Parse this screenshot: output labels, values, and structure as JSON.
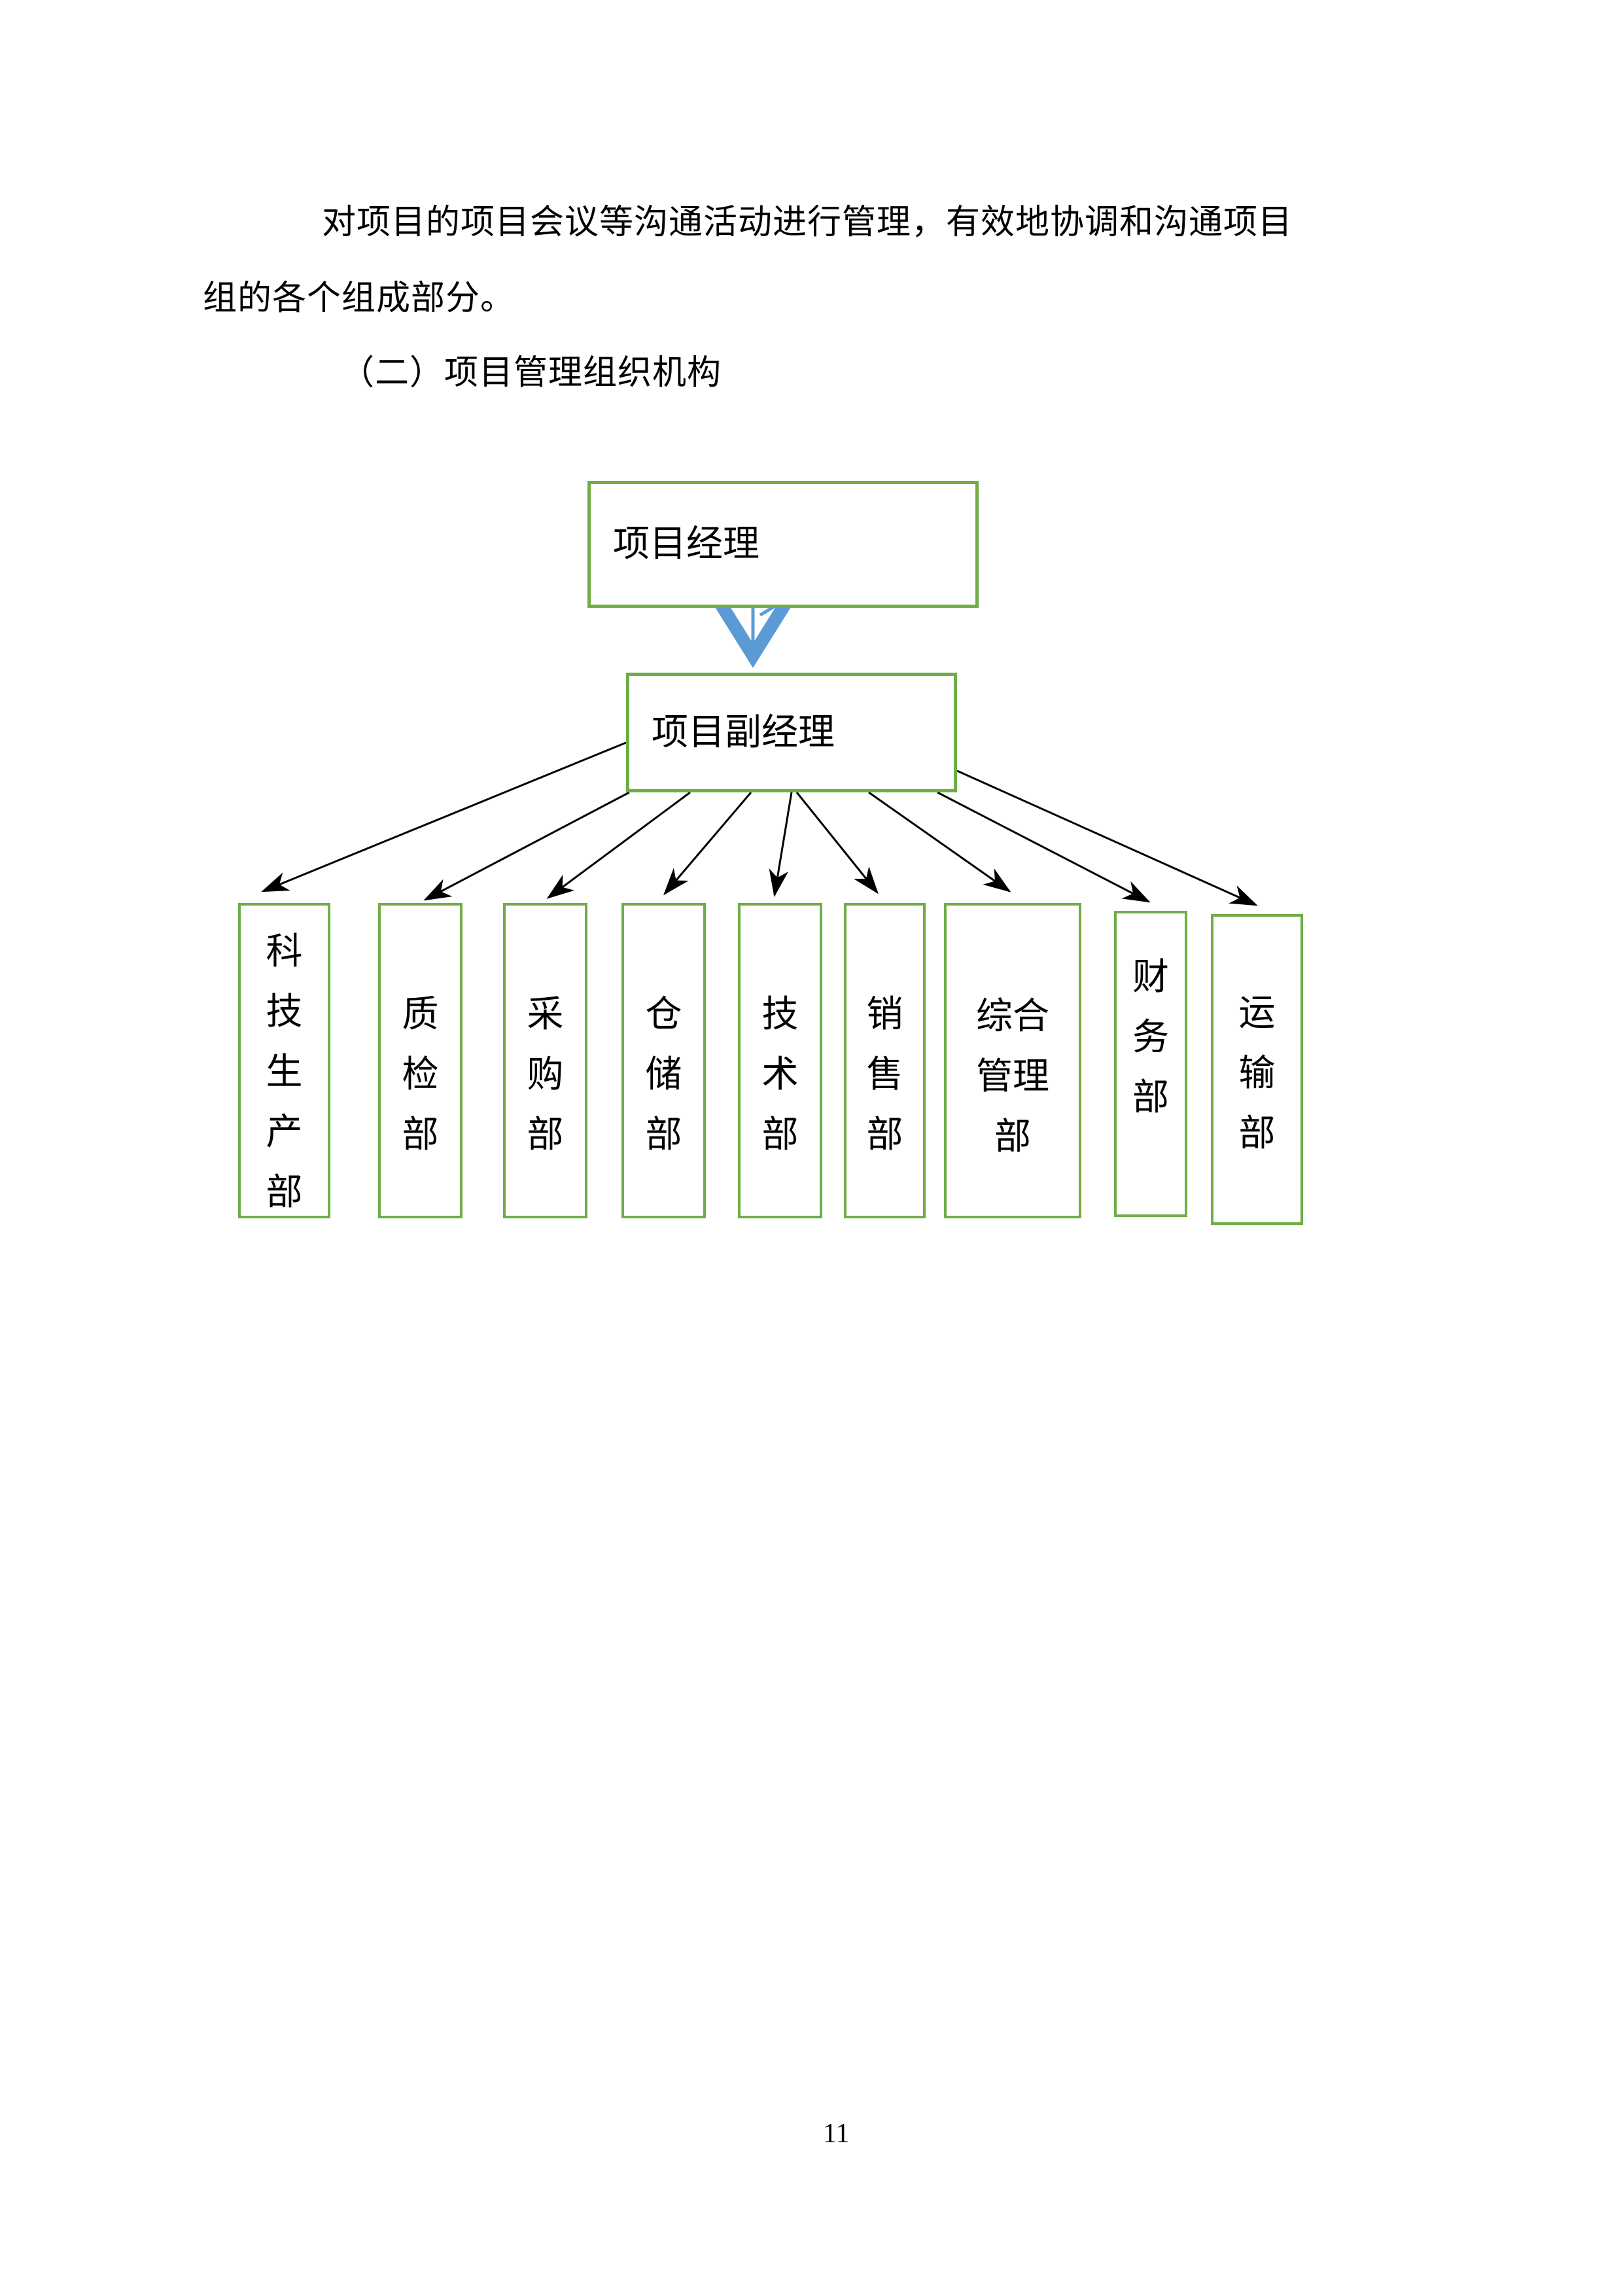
{
  "document": {
    "paragraph_lines": [
      "对项目的项目会议等沟通活动进行管理，有效地协调和沟通项目",
      "组的各个组成部分。"
    ],
    "heading": "（二）项目管理组织机构",
    "page_number": "11"
  },
  "org_chart": {
    "manager": "项目经理",
    "deputy_manager": "项目副经理",
    "departments": [
      "科技生产部",
      "质检部",
      "采购部",
      "仓储部",
      "技术部",
      "销售部",
      "综合管理部",
      "财务部",
      "运输部"
    ]
  },
  "colors": {
    "box_border": "#70AD47",
    "blue_connector": "#5B9BD5",
    "arrow_black": "#000000",
    "text": "#000000"
  }
}
